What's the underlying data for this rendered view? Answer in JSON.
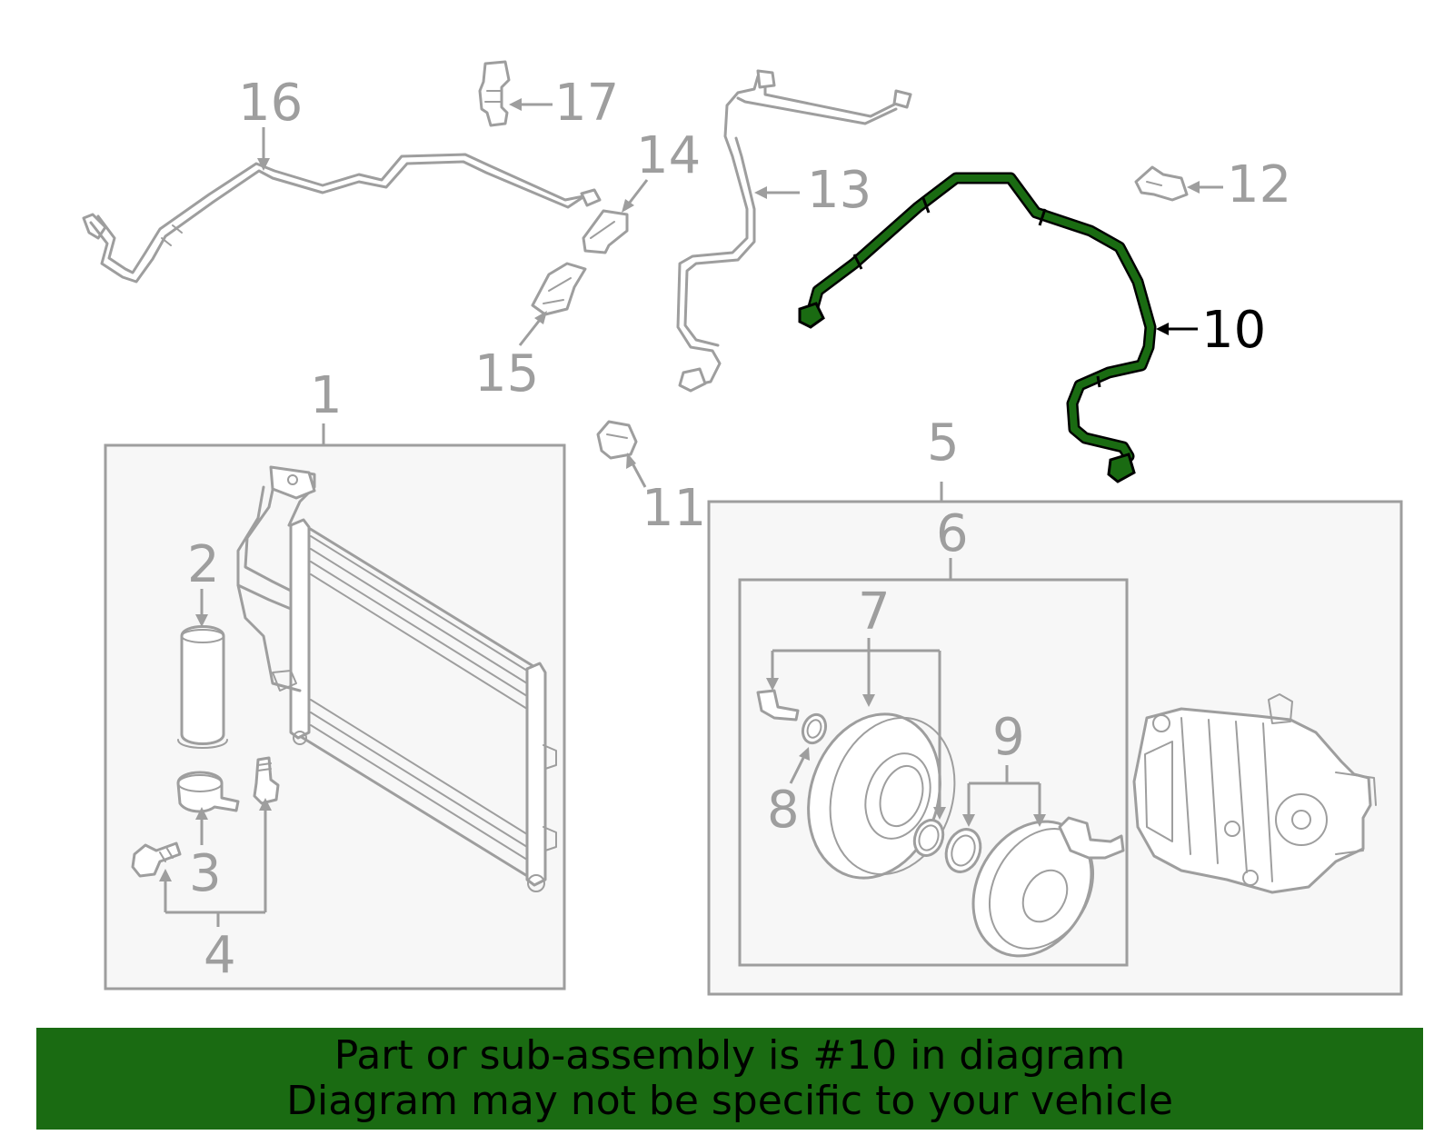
{
  "callouts": {
    "c1": "1",
    "c2": "2",
    "c3": "3",
    "c4": "4",
    "c5": "5",
    "c6": "6",
    "c7": "7",
    "c8": "8",
    "c9": "9",
    "c10": "10",
    "c11": "11",
    "c12": "12",
    "c13": "13",
    "c14": "14",
    "c15": "15",
    "c16": "16",
    "c17": "17"
  },
  "highlighted_part": "10",
  "colors": {
    "highlight": "#1a6b12",
    "parts": "#9e9e9e",
    "box_fill": "#f7f7f7"
  },
  "banner": {
    "line1": "Part or sub-assembly is #10 in diagram",
    "line2": "Diagram may not be specific to your vehicle"
  }
}
